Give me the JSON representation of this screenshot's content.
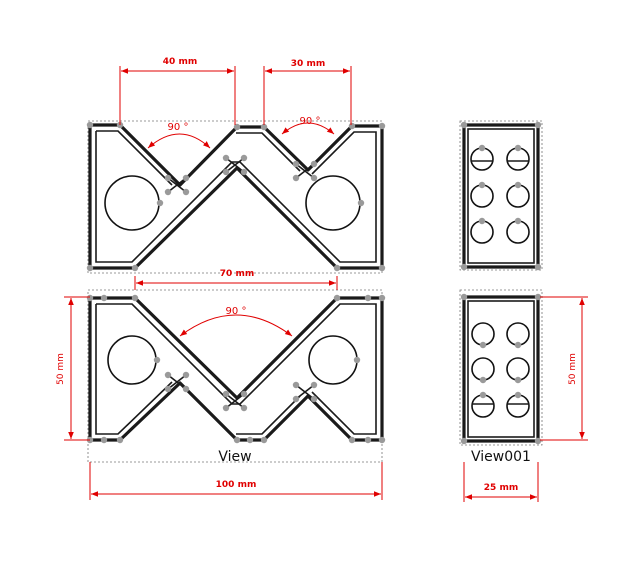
{
  "views": {
    "front_label": "View",
    "side_label": "View001"
  },
  "dimensions": {
    "top_left_width": "40 mm",
    "top_right_width": "30 mm",
    "top_angle": "90 °",
    "top_right_angle": "90 °",
    "mid_width": "70 mm",
    "bottom_angle": "90 °",
    "left_height": "50 mm",
    "total_width": "100 mm",
    "side_height": "50 mm",
    "side_width": "25 mm"
  },
  "colors": {
    "dimension": "#e00000",
    "edge": "#1a1a1a",
    "vertex": "#9a9a9a"
  }
}
